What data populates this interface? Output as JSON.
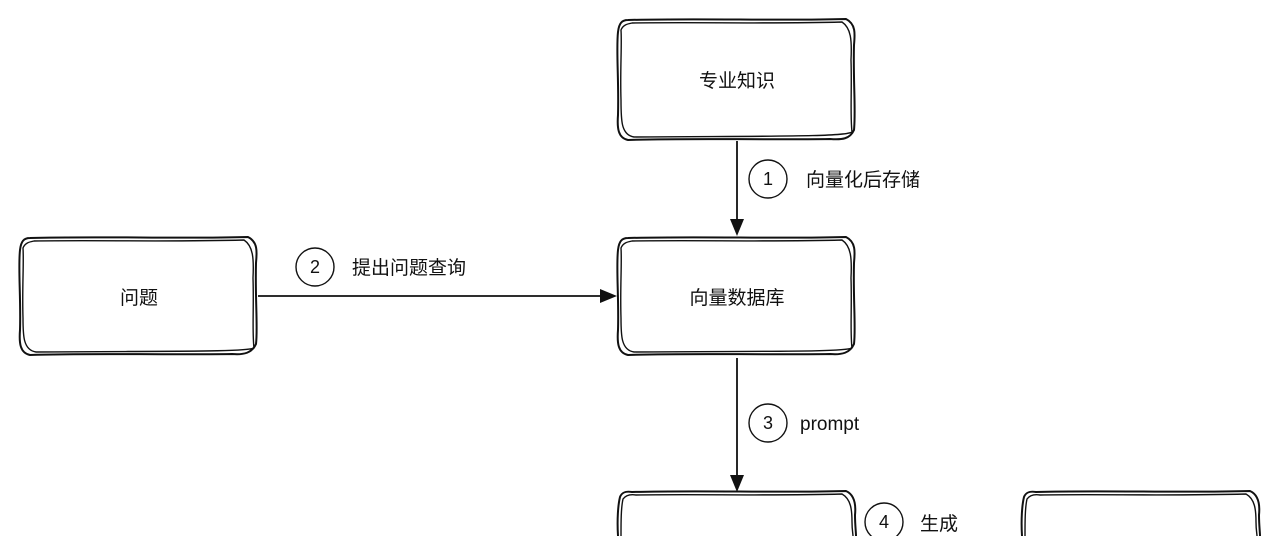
{
  "nodes": {
    "knowledge": "专业知识",
    "question": "问题",
    "vector_db": "向量数据库",
    "llm": "",
    "answer": ""
  },
  "steps": [
    {
      "num": "1",
      "label": "向量化后存储"
    },
    {
      "num": "2",
      "label": "提出问题查询"
    },
    {
      "num": "3",
      "label": "prompt"
    },
    {
      "num": "4",
      "label": "生成"
    }
  ],
  "colors": {
    "stroke": "#111111",
    "background": "#ffffff"
  }
}
